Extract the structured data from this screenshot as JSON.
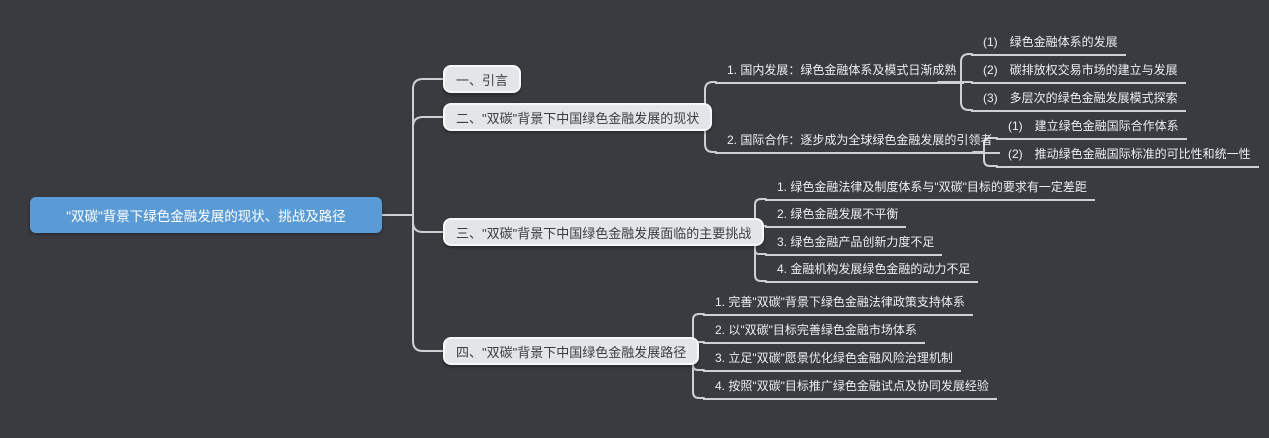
{
  "mindmap": {
    "root": {
      "label": "\"双碳\"背景下绿色金融发展的现状、挑战及路径"
    },
    "branches": [
      {
        "label": "一、引言",
        "children": []
      },
      {
        "label": "二、\"双碳\"背景下中国绿色金融发展的现状",
        "children": [
          {
            "label": "1. 国内发展：绿色金融体系及模式日渐成熟",
            "children": [
              {
                "label": "(1)　绿色金融体系的发展"
              },
              {
                "label": "(2)　碳排放权交易市场的建立与发展"
              },
              {
                "label": "(3)　多层次的绿色金融发展模式探索"
              }
            ]
          },
          {
            "label": "2. 国际合作：逐步成为全球绿色金融发展的引领者",
            "children": [
              {
                "label": "(1)　建立绿色金融国际合作体系"
              },
              {
                "label": "(2)　推动绿色金融国际标准的可比性和统一性"
              }
            ]
          }
        ]
      },
      {
        "label": "三、\"双碳\"背景下中国绿色金融发展面临的主要挑战",
        "children": [
          {
            "label": "1. 绿色金融法律及制度体系与\"双碳\"目标的要求有一定差距"
          },
          {
            "label": "2. 绿色金融发展不平衡"
          },
          {
            "label": "3. 绿色金融产品创新力度不足"
          },
          {
            "label": "4. 金融机构发展绿色金融的动力不足"
          }
        ]
      },
      {
        "label": "四、\"双碳\"背景下中国绿色金融发展路径",
        "children": [
          {
            "label": "1. 完善\"双碳\"背景下绿色金融法律政策支持体系"
          },
          {
            "label": "2. 以\"双碳\"目标完善绿色金融市场体系"
          },
          {
            "label": "3. 立足\"双碳\"愿景优化绿色金融风险治理机制"
          },
          {
            "label": "4. 按照\"双碳\"目标推广绿色金融试点及协同发展经验"
          }
        ]
      }
    ]
  },
  "colors": {
    "canvas_bg": "#3a3b40",
    "root_fill": "#5b9bd5",
    "root_text": "#ffffff",
    "branch_fill": "#e4e5e8",
    "branch_text": "#3c3d42",
    "line": "#cfd0d3",
    "subtopic_text": "#eceef0"
  }
}
